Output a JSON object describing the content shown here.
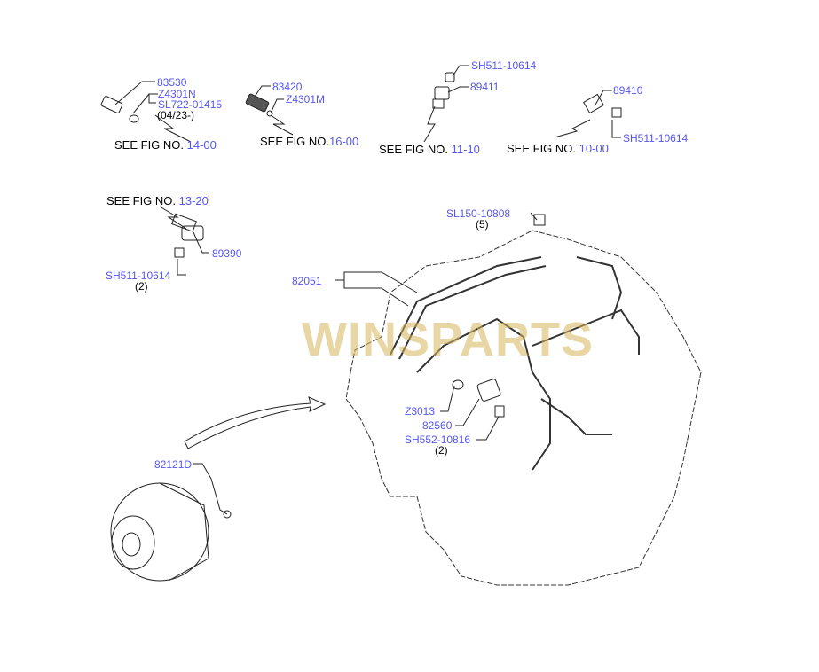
{
  "watermark": "WINSPARTS",
  "labels": {
    "p83530": "83530",
    "z4301n": "Z4301N",
    "sl722": "SL722-01415",
    "sl722_note": "(04/23-)",
    "p83420": "83420",
    "z4301m": "Z4301M",
    "sh511_a": "SH511-10614",
    "p89411": "89411",
    "p89410": "89410",
    "sh511_b": "SH511-10614",
    "p89390": "89390",
    "sh511_c": "SH511-10614",
    "sh511_c_qty": "(2)",
    "sl150": "SL150-10808",
    "sl150_qty": "(5)",
    "p82051": "82051",
    "z3013": "Z3013",
    "p82560": "82560",
    "sh552": "SH552-10816",
    "sh552_qty": "(2)",
    "p82121d": "82121D"
  },
  "see_fig": [
    {
      "prefix": "SEE FIG NO. ",
      "num": "14-00"
    },
    {
      "prefix": "SEE FIG NO.",
      "num": "16-00"
    },
    {
      "prefix": "SEE FIG NO. ",
      "num": "11-10"
    },
    {
      "prefix": "SEE FIG NO. ",
      "num": "10-00"
    },
    {
      "prefix": "SEE FIG NO. ",
      "num": "13-20"
    }
  ],
  "colors": {
    "label": "#5656f0",
    "watermark": "#d6b45a"
  }
}
